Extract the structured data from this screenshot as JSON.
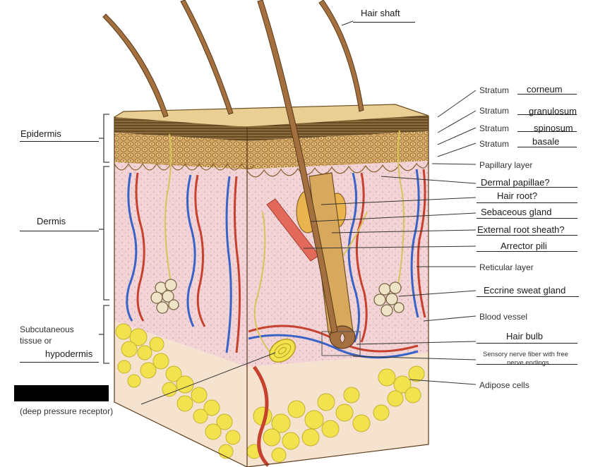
{
  "left_labels": {
    "epidermis": "Epidermis",
    "dermis": "Dermis",
    "subcutaneous_line1": "Subcutaneous",
    "subcutaneous_line2": "tissue or",
    "hypodermis": "hypodermis",
    "deep_pressure": "(deep pressure receptor)"
  },
  "top_label": {
    "hair_shaft": "Hair shaft"
  },
  "stratum_prefix": "Stratum",
  "right_labels": {
    "corneum": "corneum",
    "granulosum": "granulosum",
    "spinosum": "spinosum",
    "basale": "basale",
    "papillary_layer": "Papillary layer",
    "dermal_papillae": "Dermal papillae?",
    "hair_root": "Hair root?",
    "sebaceous_gland": "Sebaceous gland",
    "external_root_sheath": "External root sheath?",
    "arrector_pili": "Arrector pili",
    "reticular_layer": "Reticular layer",
    "eccrine_sweat_gland": "Eccrine sweat gland",
    "blood_vessel": "Blood vessel",
    "hair_bulb": "Hair bulb",
    "sensory_line1": "Sensory nerve fiber with free",
    "sensory_line2": "nerve endings",
    "adipose_cells": "Adipose cells"
  },
  "colors": {
    "epidermis_top": "#e9cf94",
    "granular_layer": "#c79a55",
    "dermis": "#f2d3d6",
    "adipose": "#f2e24e",
    "hair": "#a4703f",
    "artery": "#c7412f",
    "vein": "#3a63c7",
    "nerve": "#d8c45a"
  }
}
